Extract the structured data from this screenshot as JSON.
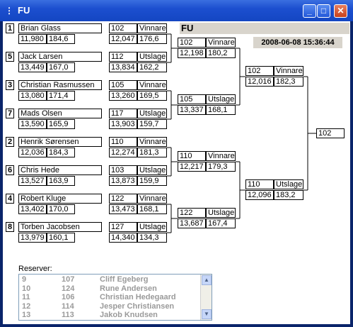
{
  "window": {
    "title": "FU",
    "min_label": "_",
    "max_label": "□",
    "close_label": "✕"
  },
  "header": {
    "label": "FU",
    "datetime": "2008-06-08 15:36:44"
  },
  "players": [
    {
      "seed": "1",
      "name": "Brian Glass",
      "a": "11,980",
      "b": "184,6"
    },
    {
      "seed": "5",
      "name": "Jack Larsen",
      "a": "13,449",
      "b": "167,0"
    },
    {
      "seed": "3",
      "name": "Christian Rasmussen",
      "a": "13,080",
      "b": "171,4"
    },
    {
      "seed": "7",
      "name": "Mads Olsen",
      "a": "13,590",
      "b": "165,9"
    },
    {
      "seed": "2",
      "name": "Henrik Sørensen",
      "a": "12,036",
      "b": "184,3"
    },
    {
      "seed": "6",
      "name": "Chris  Hede",
      "a": "13,527",
      "b": "163,9"
    },
    {
      "seed": "4",
      "name": "Robert Kluge",
      "a": "13,402",
      "b": "170,0"
    },
    {
      "seed": "8",
      "name": "Torben Jacobsen",
      "a": "13,979",
      "b": "160,1"
    }
  ],
  "round1": [
    {
      "id": "102",
      "result": "Vinnare",
      "a": "12,047",
      "b": "176,6"
    },
    {
      "id": "112",
      "result": "Utslagen",
      "a": "13,834",
      "b": "162,2"
    },
    {
      "id": "105",
      "result": "Vinnare",
      "a": "13,260",
      "b": "169,5"
    },
    {
      "id": "117",
      "result": "Utslagen",
      "a": "13,903",
      "b": "159,7"
    },
    {
      "id": "110",
      "result": "Vinnare",
      "a": "12,274",
      "b": "181,3"
    },
    {
      "id": "103",
      "result": "Utslagen",
      "a": "13,873",
      "b": "159,9"
    },
    {
      "id": "122",
      "result": "Vinnare",
      "a": "13,473",
      "b": "168,1"
    },
    {
      "id": "127",
      "result": "Utslagen",
      "a": "14,340",
      "b": "134,3"
    }
  ],
  "round2": [
    {
      "id": "102",
      "result": "Vinnare",
      "a": "12,198",
      "b": "180,2"
    },
    {
      "id": "105",
      "result": "Utslagen",
      "a": "13,337",
      "b": "168,1"
    },
    {
      "id": "110",
      "result": "Vinnare",
      "a": "12,217",
      "b": "179,3"
    },
    {
      "id": "122",
      "result": "Utslagen",
      "a": "13,687",
      "b": "167,4"
    }
  ],
  "round3": [
    {
      "id": "102",
      "result": "Vinnare",
      "a": "12,016",
      "b": "182,3"
    },
    {
      "id": "110",
      "result": "Utslagen",
      "a": "12,096",
      "b": "183,2"
    }
  ],
  "final": {
    "id": "102"
  },
  "reserver": {
    "label": "Reserver:",
    "rows": [
      {
        "n": "9",
        "id": "107",
        "name": "Cliff Egeberg"
      },
      {
        "n": "10",
        "id": "124",
        "name": "Rune Andersen"
      },
      {
        "n": "11",
        "id": "106",
        "name": "Christian Hedegaard"
      },
      {
        "n": "12",
        "id": "114",
        "name": "Jesper Christiansen"
      },
      {
        "n": "13",
        "id": "113",
        "name": "Jakob Knudsen"
      }
    ]
  }
}
